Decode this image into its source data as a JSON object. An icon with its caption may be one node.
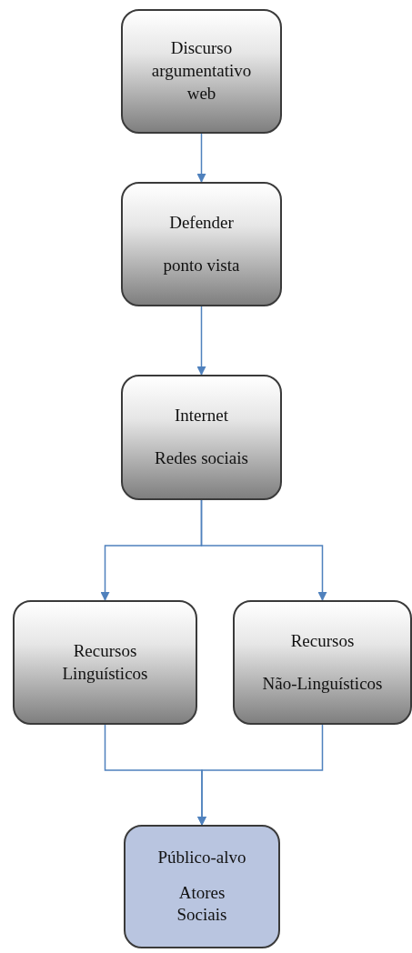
{
  "diagram": {
    "nodes": [
      {
        "text": [
          "Discurso argumentativo web"
        ]
      },
      {
        "text": [
          "Defender",
          "ponto vista"
        ]
      },
      {
        "text": [
          "Internet",
          "Redes sociais"
        ]
      },
      {
        "text": [
          "Recursos Linguísticos"
        ]
      },
      {
        "text": [
          "Recursos",
          "Não-Linguísticos"
        ]
      },
      {
        "text": [
          "Público-alvo",
          "Atores Sociais"
        ]
      }
    ],
    "edges": [
      {
        "from": 0,
        "to": 1,
        "arrow": "to"
      },
      {
        "from": 1,
        "to": 2,
        "arrow": "to"
      },
      {
        "from": 2,
        "to": 3,
        "arrow": "to"
      },
      {
        "from": 2,
        "to": 4,
        "arrow": "to"
      },
      {
        "from": 3,
        "to": 5,
        "arrow": "to"
      },
      {
        "from": 4,
        "to": 5,
        "arrow": "to"
      }
    ]
  }
}
